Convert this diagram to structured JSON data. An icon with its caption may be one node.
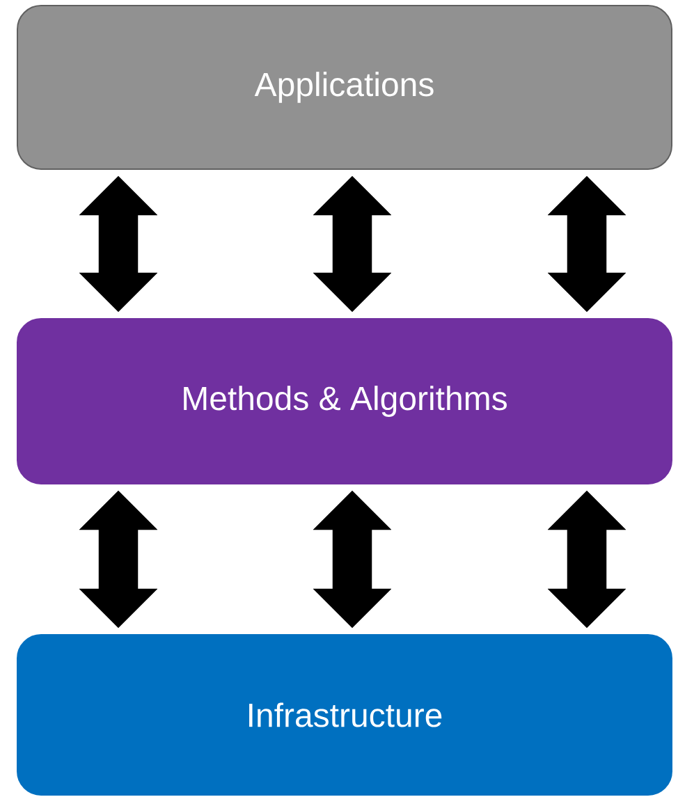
{
  "diagram": {
    "nodes": [
      {
        "text": [
          "Applications"
        ]
      },
      {
        "text": [
          "Methods & Algorithms"
        ]
      },
      {
        "text": [
          "Infrastructure"
        ]
      }
    ],
    "edges": [
      {
        "from": 0,
        "to": 1,
        "arrow": "both"
      },
      {
        "from": 0,
        "to": 1,
        "arrow": "both"
      },
      {
        "from": 0,
        "to": 1,
        "arrow": "both"
      },
      {
        "from": 1,
        "to": 2,
        "arrow": "both"
      },
      {
        "from": 1,
        "to": 2,
        "arrow": "both"
      },
      {
        "from": 1,
        "to": 2,
        "arrow": "both"
      }
    ]
  }
}
